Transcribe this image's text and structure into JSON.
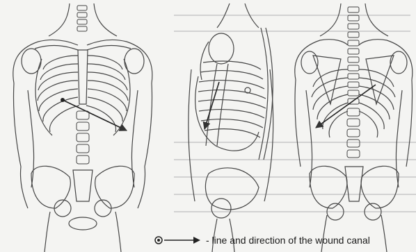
{
  "legend": {
    "text": "- line and direction of the wound canal",
    "symbol": "wound-canal-arrow-icon"
  },
  "figures": [
    {
      "name": "anterior-view",
      "arrow": "entry front-left chest to right lower ribs"
    },
    {
      "name": "lateral-view",
      "arrow": "entry lateral chest, down-back"
    },
    {
      "name": "posterior-view",
      "arrow": "entry upper right back to lower left back"
    }
  ],
  "colors": {
    "line": "#333333",
    "bg": "#f4f4f2",
    "bleed_text": "#cfcfcf"
  }
}
